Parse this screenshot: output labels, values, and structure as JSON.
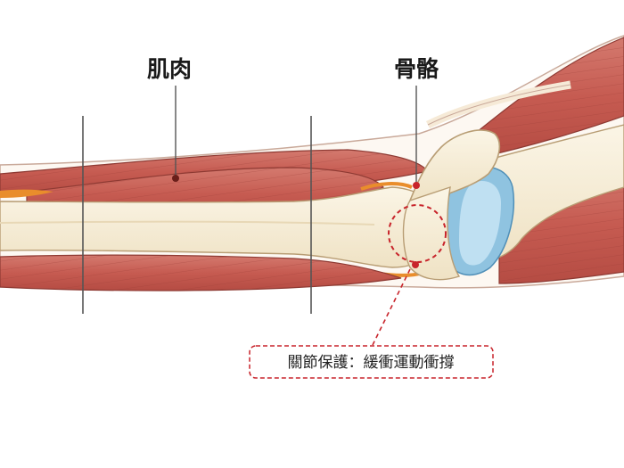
{
  "labels": {
    "muscle": "肌肉",
    "bone": "骨骼"
  },
  "callout": {
    "text": "關節保護：緩衝運動衝撐"
  },
  "colors": {
    "muscle": "#c9645a",
    "muscle_dark": "#a9453c",
    "tendon": "#f6ead7",
    "bone": "#f8f0dc",
    "cartilage": "#8fc3e0",
    "fat": "#e98d2c",
    "callout_accent": "#c8242b"
  }
}
